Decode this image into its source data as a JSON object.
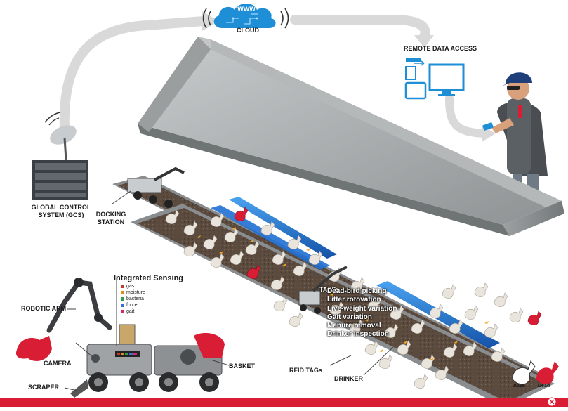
{
  "cloud": {
    "badge": "WWW",
    "label": "CLOUD"
  },
  "remote": {
    "label": "REMOTE DATA ACCESS"
  },
  "gcs": {
    "line1": "GLOBAL CONTROL",
    "line2": "SYSTEM (GCS)"
  },
  "docking": {
    "line1": "DOCKING",
    "line2": "STATION"
  },
  "sensing": {
    "title": "Integrated Sensing",
    "items": [
      {
        "label": "gas",
        "color": "#c0392b"
      },
      {
        "label": "moisture",
        "color": "#e08a1e"
      },
      {
        "label": "bacteria",
        "color": "#2f9e44"
      },
      {
        "label": "force",
        "color": "#3b6fd8"
      },
      {
        "label": "gait",
        "color": "#d12a6b"
      }
    ]
  },
  "robot_labels": {
    "arm": "ROBOTIC ARM",
    "camera": "CAMERA",
    "scraper": "SCRAPER",
    "basket": "BASKET"
  },
  "tass": {
    "title": "TASS:",
    "tasks": [
      "Dead-bird picking",
      "Litter rotovation",
      "Live-weight variation",
      "Gait variation",
      "Manure removal",
      "Drinker inspection"
    ]
  },
  "house_labels": {
    "rfid": "RFID TAGs",
    "drinker": "DRINKER"
  },
  "legend": {
    "alive": "Alive",
    "dead": "Dead"
  },
  "colors": {
    "accent_red": "#d81d35",
    "cloud_blue": "#1e8fd6",
    "litter": "#5b4a3e",
    "drinker_blue": "#1f6fd1"
  }
}
